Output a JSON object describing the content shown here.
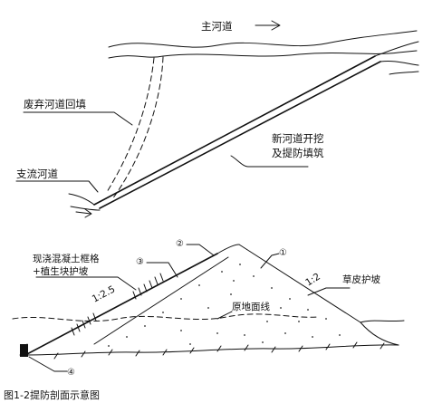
{
  "diagram": {
    "top": {
      "main_river": "主河道",
      "abandoned_fill": "废弃河道回填",
      "tributary": "支流河道",
      "new_channel_line1": "新河道开挖",
      "new_channel_line2": "及提防填筑"
    },
    "section": {
      "grid_line1": "现浇混凝土框格",
      "grid_line2": "+植生块护坡",
      "grass": "草皮护坡",
      "ground_line": "原地面线",
      "slope_left": "1:2.5",
      "slope_right": "1:2",
      "markers": [
        "①",
        "②",
        "③",
        "④"
      ]
    },
    "caption": "图1-2提防剖面示意图"
  }
}
